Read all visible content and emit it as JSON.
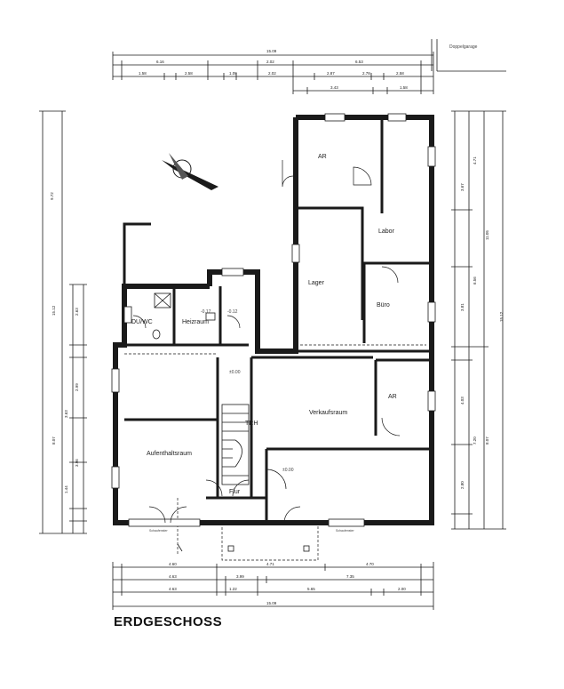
{
  "title": "ERDGESCHOSS",
  "garage_label": "Doppelgarage",
  "rooms": {
    "ar_top": "AR",
    "labor": "Labor",
    "lager": "Lager",
    "buero": "Büro",
    "du_wc": "DU/WC",
    "heizraum": "Heizraum",
    "verkaufsraum": "Verkaufsraum",
    "ar_right": "AR",
    "aufenthaltsraum": "Aufenthaltsraum",
    "flur": "Flur",
    "trh": "TRH"
  },
  "levels": {
    "flur_upper": "±0.00",
    "main": "±0.00",
    "heizraum": "-0.17",
    "stair": "-0.12"
  },
  "labels": {
    "schaufenster_left": "Schaufenster",
    "schaufenster_right": "Schaufenster"
  },
  "dimensions": {
    "top_total": "15.09",
    "top_row2": [
      "6.16",
      "2.02",
      "6.53"
    ],
    "top_row3": [
      "1.58",
      "2.58",
      "1.09",
      "2.02",
      "2.87",
      "2.78",
      "2.58"
    ],
    "top_row4": [
      "3.43",
      "1.58"
    ],
    "left_total": "9.72",
    "left_outer": "15.12",
    "left_mid": [
      "2.63",
      "2.99",
      "3.63",
      "3.96",
      "1.44"
    ],
    "left_low": "8.07",
    "right_outer": "15.12",
    "right_total": "11.05",
    "right_mid": [
      "3.67",
      "4.71",
      "6.56",
      "3.81",
      "4.03",
      "7.20",
      "8.07",
      "2.80"
    ],
    "bottom_row1": [
      "4.60",
      "4.71",
      "4.70"
    ],
    "bottom_row2": [
      "4.63",
      "3.99",
      "7.35"
    ],
    "bottom_row3": [
      "4.63",
      "1.22",
      "5.65",
      "2.00"
    ],
    "bottom_total": "15.09"
  }
}
